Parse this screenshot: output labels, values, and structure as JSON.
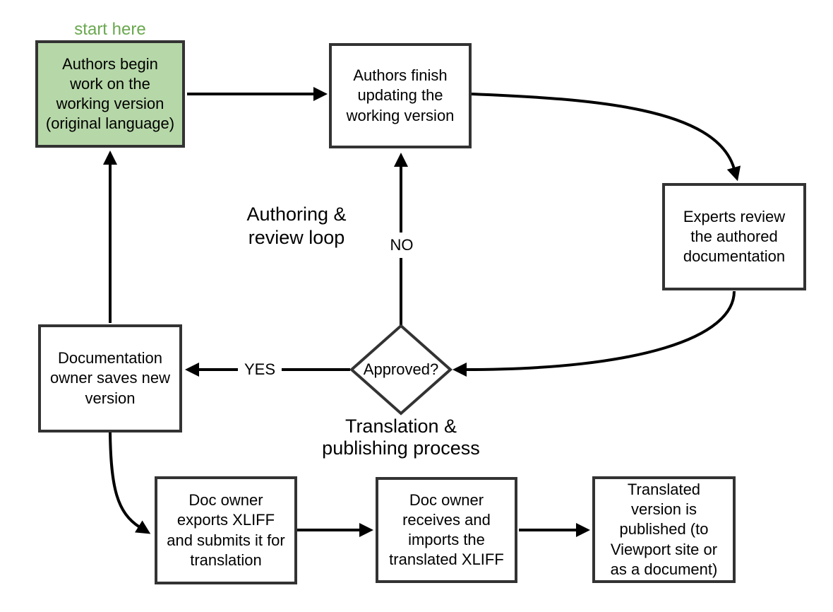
{
  "canvas": {
    "background": "#ffffff",
    "node_border_color": "#333333",
    "node_fill_color": "#ffffff",
    "start_node_fill_color": "#b6d7a8",
    "connector_color": "#000000",
    "text_color": "#000000",
    "start_label_color": "#6aa84f"
  },
  "labels": {
    "start_here": "start here",
    "authoring_loop": "Authoring &\nreview loop",
    "translation_process": "Translation &\npublishing process",
    "no": "NO",
    "yes": "YES"
  },
  "nodes": {
    "start": {
      "text": "Authors begin\nwork on the\nworking version\n(original language)"
    },
    "finish": {
      "text": "Authors finish\nupdating the\nworking version"
    },
    "experts": {
      "text": "Experts review\nthe authored\ndocumentation"
    },
    "decision": {
      "text": "Approved?"
    },
    "owner": {
      "text": "Documentation\nowner saves new\nversion"
    },
    "export": {
      "text": "Doc owner\nexports XLIFF\nand submits it  for\ntranslation"
    },
    "import": {
      "text": "Doc owner\nreceives and\nimports the\ntranslated XLIFF"
    },
    "publish": {
      "text": "Translated\nversion is\npublished (to\nViewport site or\nas a document)"
    }
  }
}
